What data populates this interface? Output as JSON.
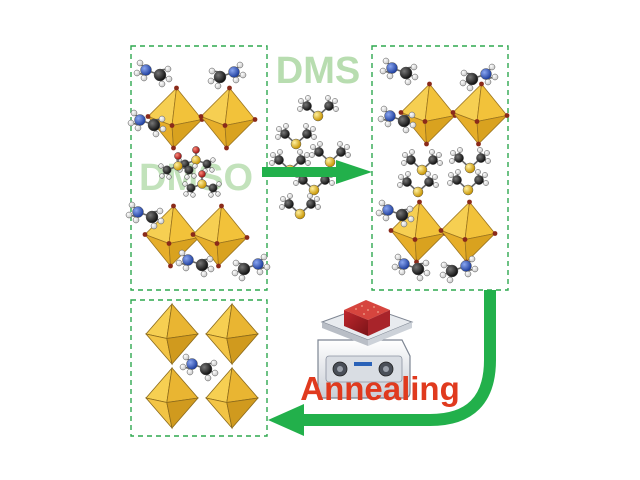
{
  "labels": {
    "dms": "DMS",
    "dmso": "DMSO",
    "annealing": "Annealing"
  },
  "colors": {
    "panel_border": "#2fa84f",
    "octahedron_face": "#f2c23a",
    "octahedron_side": "#d9a21f",
    "octahedron_edge": "#9a7420",
    "vertex": "#8a2a1a",
    "arrow": "#22b04b",
    "solvent_label": "#b8ddb0",
    "annealing_text": "#e03a1e",
    "carbon": "#2b2b2b",
    "nitrogen": "#3a5fc8",
    "sulfur": "#e8b820",
    "oxygen": "#cc2a2a",
    "hydrogen": "#ffffff"
  },
  "icons": {
    "hotplate": "hotplate-icon",
    "arrow_right": "arrow-right-icon",
    "arrow_down_left": "arrow-down-left-icon"
  }
}
